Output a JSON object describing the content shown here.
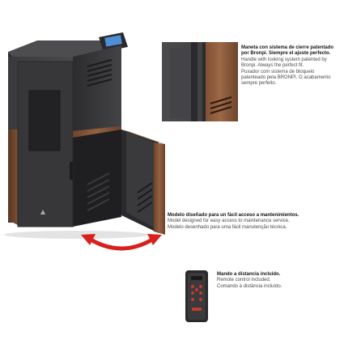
{
  "handle_feature": {
    "title_es": "Maneta con sistema de cierre patentado por Bronpi. Siempre el ajuste perfecto.",
    "text_en": "Handle with looking system patented by Bronpi. Always the perfect fit.",
    "text_pt": "Puxador com sistema de bloqueio patenteado pela BRONPI. O acabamento sempre perfeito."
  },
  "maintenance_feature": {
    "title_es": "Modelo diseñado para un fácil acceso a mantenimientos.",
    "text_en": "Model designed for easy access to maintenance service.",
    "text_pt": "Modelo desenhado para uma fácil manutenção técnica."
  },
  "remote_feature": {
    "title_es": "Mando a distancia incluido.",
    "text_en": "Remote control included.",
    "text_pt": "Comando à distância incluído."
  },
  "colors": {
    "steel": "#3b3b3d",
    "steel_dark": "#242426",
    "wood": "#8a5a3a",
    "wood_dark": "#5e3a23",
    "arrow": "#d8201e",
    "caption_lead": "#151515",
    "caption_text": "#4a4a4a"
  },
  "icons": [
    "double-arrow-icon"
  ]
}
